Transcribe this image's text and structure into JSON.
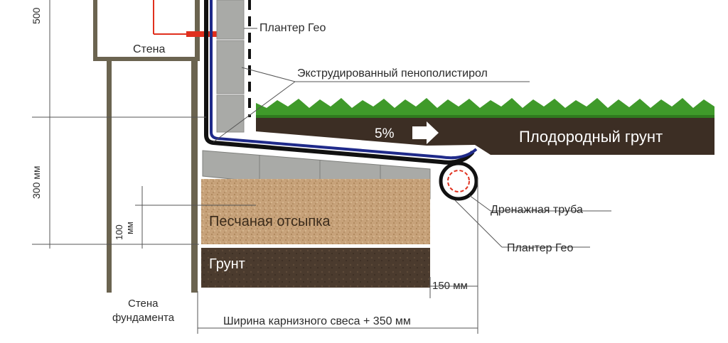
{
  "labels": {
    "planter_top": "Плантер Гео",
    "wall": "Стена",
    "xps": "Экструдированный пенополистирол",
    "slope": "5%",
    "topsoil": "Плодородный грунт",
    "sand": "Песчаная отсыпка",
    "ground": "Грунт",
    "drain_pipe": "Дренажная труба",
    "planter_bottom": "Плантер Гео",
    "foundation_wall_line1": "Стена",
    "foundation_wall_line2": "фундамента",
    "dim_500": "500",
    "dim_300": "300 мм",
    "dim_100_a": "100",
    "dim_100_b": "мм",
    "dim_150": "150 мм",
    "dim_width": "Ширина карнизного свеса + 350 мм"
  },
  "colors": {
    "wall_line": "#6b6450",
    "membrane_black": "#111111",
    "membrane_blue": "#1f2a8a",
    "insulation": "#a9aaa7",
    "sand": "#c9a57a",
    "ground": "#4a3a2c",
    "topsoil": "#3c2e24",
    "grass": "#3f9a2a",
    "marker_red": "#e0301e"
  }
}
